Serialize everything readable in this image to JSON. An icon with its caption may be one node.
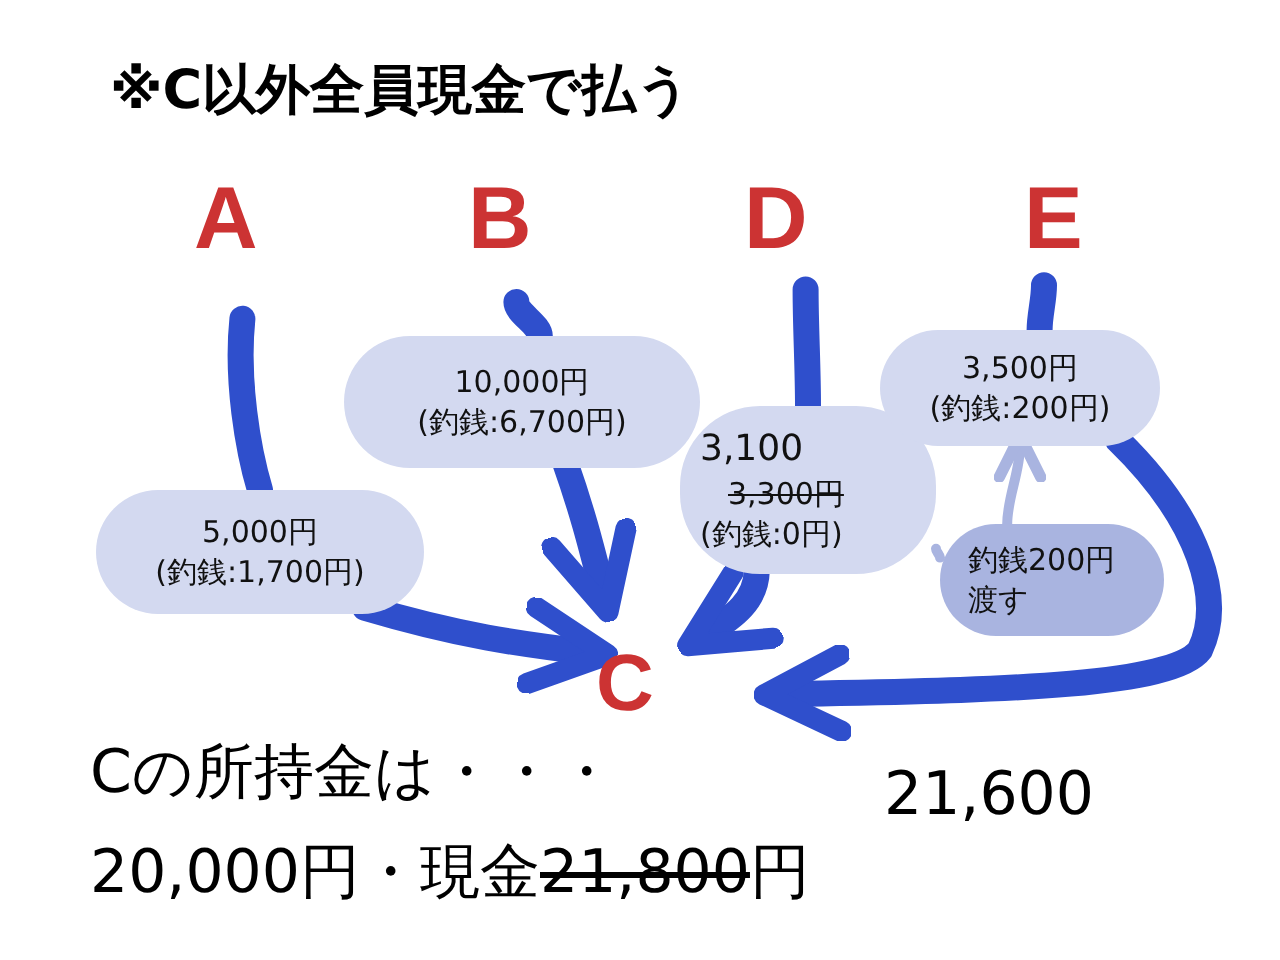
{
  "diagram": {
    "title": "※C以外全員現金で払う",
    "nodes": [
      {
        "text": [
          "A"
        ]
      },
      {
        "text": [
          "B"
        ]
      },
      {
        "text": [
          "D"
        ]
      },
      {
        "text": [
          "E"
        ]
      },
      {
        "text": [
          "C"
        ]
      },
      {
        "text": [
          "5,000円",
          "(釣銭:1,700円)"
        ]
      },
      {
        "text": [
          "10,000円",
          "(釣銭:6,700円)"
        ]
      },
      {
        "text": [
          "3,100",
          "3,300円",
          "(釣銭:0円)"
        ]
      },
      {
        "text": [
          "3,500円",
          "(釣銭:200円)"
        ]
      },
      {
        "text": [
          "釣銭200円渡す"
        ]
      }
    ],
    "edges": [
      {
        "from": 0,
        "to": 5,
        "arrow": "none"
      },
      {
        "from": 5,
        "to": 4,
        "arrow": "to"
      },
      {
        "from": 1,
        "to": 6,
        "arrow": "none"
      },
      {
        "from": 6,
        "to": 4,
        "arrow": "to"
      },
      {
        "from": 2,
        "to": 7,
        "arrow": "none"
      },
      {
        "from": 7,
        "to": 4,
        "arrow": "to"
      },
      {
        "from": 3,
        "to": 8,
        "arrow": "none"
      },
      {
        "from": 8,
        "to": 4,
        "arrow": "to"
      },
      {
        "from": 9,
        "to": 8,
        "arrow": "to",
        "color": "#a9b4e0"
      },
      {
        "from": 7,
        "to": 9,
        "arrow": "none",
        "color": "#a9b4e0"
      }
    ],
    "labels": [
      "Cの所持金は・・・",
      "21,600",
      "20,000円・現金",
      "21,800",
      "円"
    ]
  }
}
